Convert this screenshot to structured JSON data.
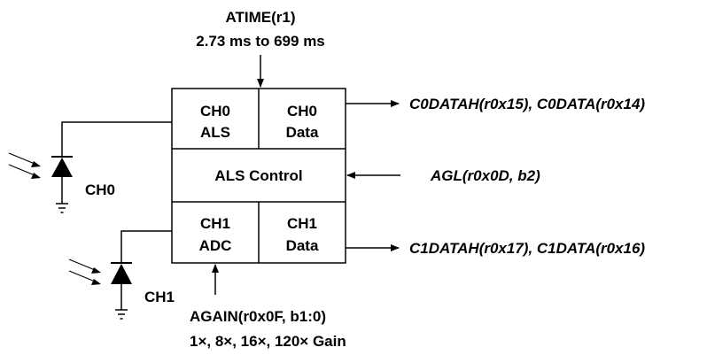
{
  "atime": {
    "label": "ATIME(r1)",
    "range": "2.73 ms to 699 ms"
  },
  "blocks": {
    "ch0_als": [
      "CH0",
      "ALS"
    ],
    "ch0_data": [
      "CH0",
      "Data"
    ],
    "als_control": "ALS Control",
    "ch1_adc": [
      "CH1",
      "ADC"
    ],
    "ch1_data": [
      "CH1",
      "Data"
    ]
  },
  "outputs": {
    "ch0": "C0DATAH(r0x15), C0DATA(r0x14)",
    "ch1": "C1DATAH(r0x17), C1DATA(r0x16)"
  },
  "agl": "AGL(r0x0D, b2)",
  "again": {
    "label": "AGAIN(r0x0F, b1:0)",
    "gains": "1×, 8×, 16×, 120× Gain"
  },
  "diodes": {
    "ch0": "CH0",
    "ch1": "CH1"
  }
}
